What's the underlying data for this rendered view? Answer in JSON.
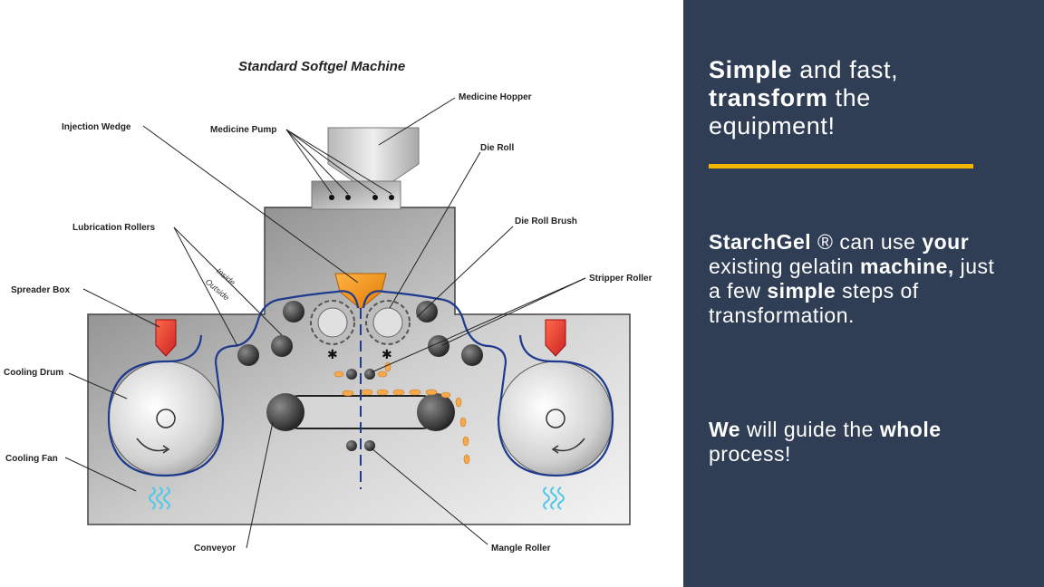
{
  "diagram": {
    "title": "Standard Softgel Machine",
    "labels": {
      "medicine_hopper": "Medicine Hopper",
      "injection_wedge": "Injection Wedge",
      "medicine_pump": "Medicine Pump",
      "die_roll": "Die Roll",
      "die_roll_brush": "Die Roll Brush",
      "lubrication_rollers": "Lubrication Rollers",
      "inside": "Inside",
      "outside": "Outside",
      "spreader_box": "Spreader Box",
      "stripper_roller": "Stripper Roller",
      "cooling_drum": "Cooling Drum",
      "cooling_fan": "Cooling Fan",
      "conveyor": "Conveyor",
      "mangle_roller": "Mangle Roller"
    }
  },
  "panel": {
    "headline": {
      "w1": "Simple",
      "t1": " and fast, ",
      "w2": "transform",
      "t2": " the equipment!"
    },
    "accent_color": "#f5b400",
    "background_color": "#2f3d55",
    "paragraph1": {
      "w1": "StarchGel",
      "t1": " ® can use ",
      "w2": "your",
      "t2": " existing gelatin ",
      "w3": "machine,",
      "t3": " just a few ",
      "w4": "simple",
      "t4": " steps of transformation."
    },
    "paragraph2": {
      "w1": "We",
      "t1": " will guide the ",
      "w2": "whole",
      "t2": " process!"
    }
  }
}
